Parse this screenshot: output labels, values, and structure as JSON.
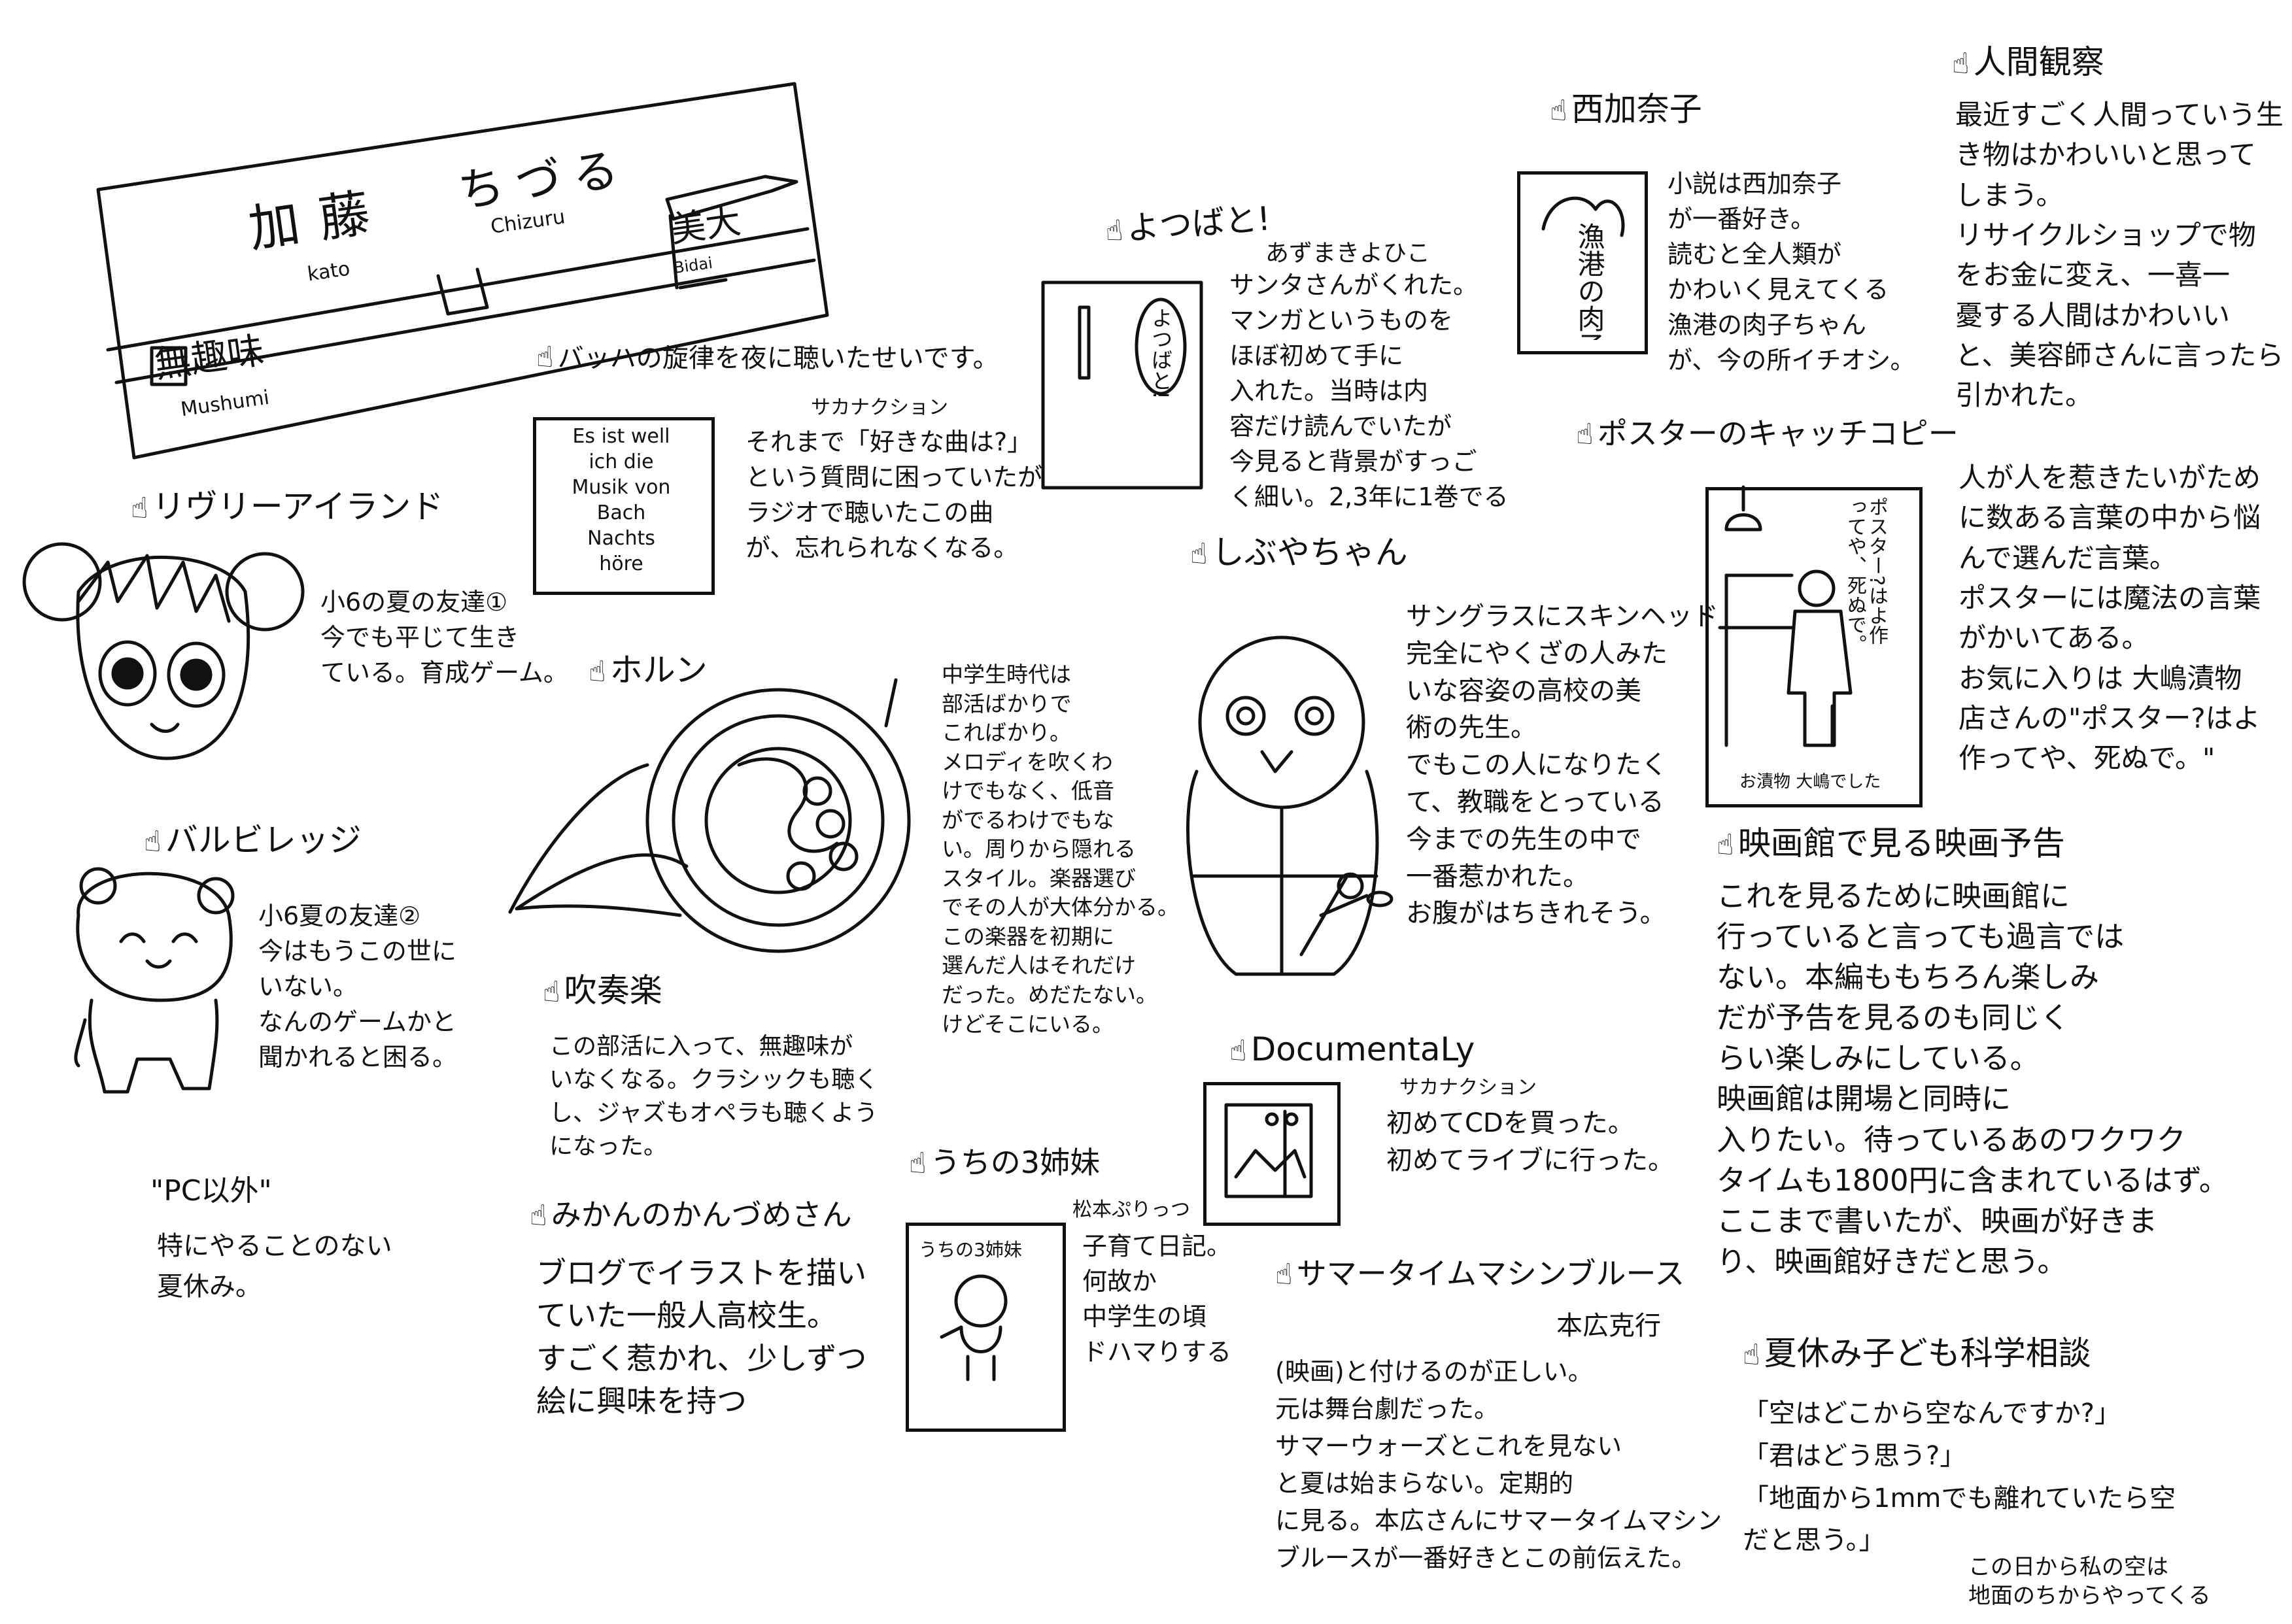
{
  "profile": {
    "name": "加藤",
    "name_romaji": "kato",
    "given_name": "ちづる",
    "given_romaji": "Chizuru",
    "school": "美大",
    "school_romaji": "Bidai",
    "hobby_label": "無趣味",
    "hobby_romaji": "Mushumi"
  },
  "sections": {
    "yotsuba": {
      "title": "よつばと!",
      "author": "あずまきよひこ",
      "body": "サンタさんがくれた。\nマンガというものを\nほぼ初めて手に\n入れた。当時は内\n容だけ読んでいたが\n今見ると背景がすっご\nく細い。2,3年に1巻でる",
      "cover_label": "よつばと!"
    },
    "nishi": {
      "title": "西加奈子",
      "body": "小説は西加奈子\nが一番好き。\n読むと全人類が\nかわいく見えてくる\n漁港の肉子ちゃん\nが、今の所イチオシ。",
      "cover_title": "漁港の肉子ちゃん"
    },
    "human": {
      "title": "人間観察",
      "body": "最近すごく人間っていう生\nき物はかわいいと思って\nしまう。\nリサイクルショップで物\nをお金に変え、一喜一\n憂する人間はかわいい\nと、美容師さんに言ったら\n引かれた。"
    },
    "bach": {
      "title": "バッハの旋律を夜に聴いたせいです。",
      "artist": "サカナクション",
      "quote": "Es ist well\nich die\nMusik von\nBach\nNachts\nhöre",
      "body": "それまで「好きな曲は?」\nという質問に困っていたが\nラジオで聴いたこの曲\nが、忘れられなくなる。"
    },
    "poster": {
      "title": "ポスターのキャッチコピー",
      "body": "人が人を惹きたいがため\nに数ある言葉の中から悩\nんで選んだ言葉。\nポスターには魔法の言葉\nがかいてある。\nお気に入りは 大嶋漬物\n店さんの\"ポスター?はよ\n作ってや、死ぬで。\"",
      "poster_copy": "ポスター?はよ作ってや、死ぬで。",
      "poster_footer": "お漬物 大嶋でした"
    },
    "liverly": {
      "title": "リヴリーアイランド",
      "body": "小6の夏の友達①\n今でも平じて生き\nている。育成ゲーム。"
    },
    "shibuya": {
      "title": "しぶやちゃん",
      "body": "サングラスにスキンヘッド\n完全にやくざの人みた\nいな容姿の高校の美\n術の先生。\nでもこの人になりたく\nて、教職をとっている\n今までの先生の中で\n一番惹かれた。\nお腹がはちきれそう。"
    },
    "horn": {
      "title": "ホルン",
      "body": "中学生時代は\n部活ばかりで\nこればかり。\nメロディを吹くわ\nけでもなく、低音\nがでるわけでもな\nい。周りから隠れる\nスタイル。楽器選び\nでその人が大体分かる。\nこの楽器を初期に\n選んだ人はそれだけ\nだった。めだたない。\nけどそこにいる。"
    },
    "movie": {
      "title": "映画館で見る映画予告",
      "body": "これを見るために映画館に\n行っていると言っても過言では\nない。本編ももちろん楽しみ\nだが予告を見るのも同じく\nらい楽しみにしている。\n映画館は開場と同時に\n入りたい。待っているあのワクワク\nタイムも1800円に含まれているはず。\nここまで書いたが、映画が好きま\nり、映画館好きだと思う。"
    },
    "village": {
      "title": "バルビレッジ",
      "body": "小6夏の友達②\n今はもうこの世に\nいない。\nなんのゲームかと\n聞かれると困る。"
    },
    "brass": {
      "title": "吹奏楽",
      "body": "この部活に入って、無趣味が\nいなくなる。クラシックも聴く\nし、ジャズもオペラも聴くよう\nになった。"
    },
    "documentaly": {
      "title": "DocumentaLy",
      "artist": "サカナクション",
      "body": "初めてCDを買った。\n初めてライブに行った。"
    },
    "pc": {
      "title": "\"PC以外\"",
      "body": "特にやることのない\n夏休み。"
    },
    "mikan": {
      "title": "みかんのかんづめさん",
      "body": "ブログでイラストを描い\nていた一般人高校生。\nすごく惹かれ、少しずつ\n絵に興味を持つ"
    },
    "sisters": {
      "title": "うちの3姉妹",
      "author": "松本ぷりっつ",
      "body": "子育て日記。\n何故か\n中学生の頃\nドハマりする",
      "cover_title": "うちの3姉妹"
    },
    "summer": {
      "title": "サマータイムマシンブルース",
      "author": "本広克行",
      "body": "(映画)と付けるのが正しい。\n元は舞台劇だった。\nサマーウォーズとこれを見ない\nと夏は始まらない。定期的\nに見る。本広さんにサマータイムマシン\nブルースが一番好きとこの前伝えた。"
    },
    "science": {
      "title": "夏休み子ども科学相談",
      "body": "「空はどこから空なんですか?」\n「君はどう思う?」\n「地面から1mmでも離れていたら空\nだと思う。」",
      "note": "この日から私の空は\n地面のちからやってくる"
    }
  }
}
